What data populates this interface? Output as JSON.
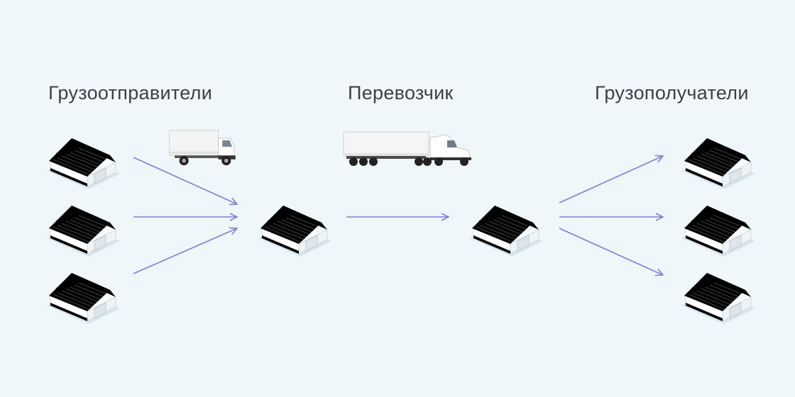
{
  "labels": {
    "senders": "Грузоотправители",
    "carrier": "Перевозчик",
    "receivers": "Грузополучатели"
  },
  "colors": {
    "background": "#eff7fa",
    "sender_roof": "#5b98c8",
    "hub_roof": "#1f2ea6",
    "receiver_roof": "#62b3c8",
    "arrow": "#7b7fd8"
  },
  "icons": {
    "warehouse": "warehouse-icon",
    "truck": "truck-icon",
    "semi_truck": "semi-truck-icon"
  }
}
